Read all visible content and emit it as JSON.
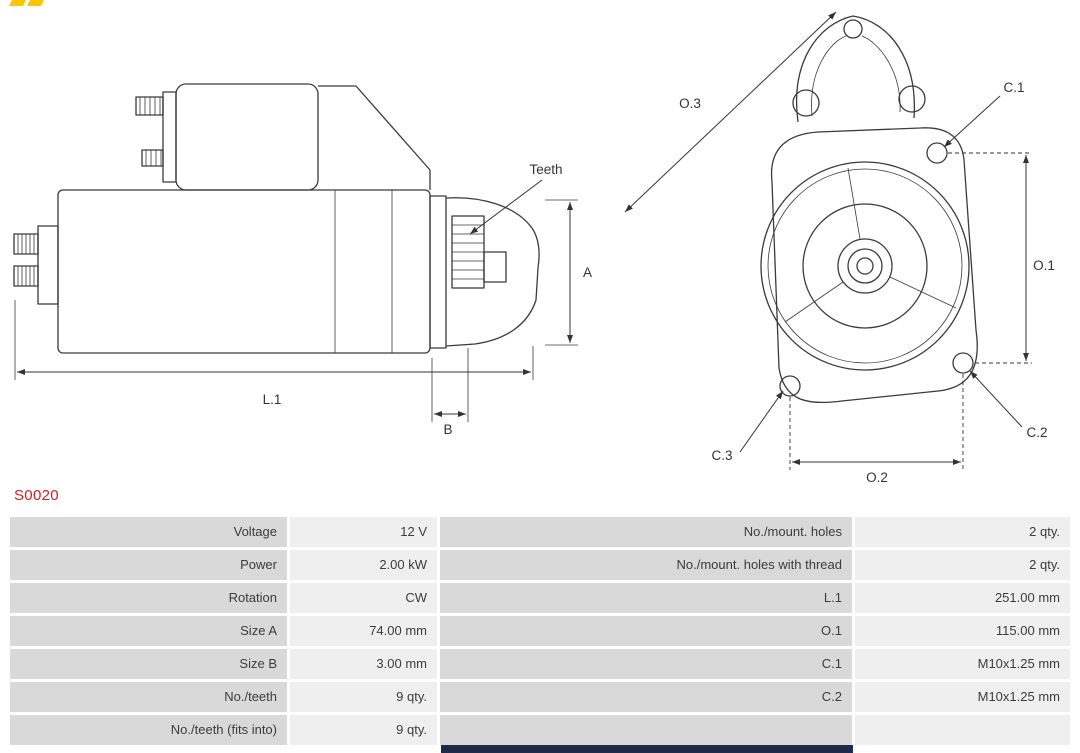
{
  "part_number": "S0020",
  "diagram": {
    "side_labels": {
      "teeth": "Teeth",
      "a": "A",
      "b": "B",
      "l1": "L.1"
    },
    "front_labels": {
      "o1": "O.1",
      "o2": "O.2",
      "o3": "O.3",
      "c1": "C.1",
      "c2": "C.2",
      "c3": "C.3"
    }
  },
  "table": {
    "rows": [
      {
        "left_label": "Voltage",
        "left_value": "12 V",
        "right_label": "No./mount. holes",
        "right_value": "2 qty."
      },
      {
        "left_label": "Power",
        "left_value": "2.00 kW",
        "right_label": "No./mount. holes with thread",
        "right_value": "2 qty."
      },
      {
        "left_label": "Rotation",
        "left_value": "CW",
        "right_label": "L.1",
        "right_value": "251.00 mm"
      },
      {
        "left_label": "Size A",
        "left_value": "74.00 mm",
        "right_label": "O.1",
        "right_value": "115.00 mm"
      },
      {
        "left_label": "Size B",
        "left_value": "3.00 mm",
        "right_label": "C.1",
        "right_value": "M10x1.25 mm"
      },
      {
        "left_label": "No./teeth",
        "left_value": "9 qty.",
        "right_label": "C.2",
        "right_value": "M10x1.25 mm"
      },
      {
        "left_label": "No./teeth (fits into)",
        "left_value": "9 qty.",
        "right_label": "",
        "right_value": ""
      }
    ]
  },
  "colors": {
    "accent_red": "#cc1f26",
    "label_cell_bg": "#d9d9d9",
    "value_cell_bg": "#efefef",
    "bottom_bar": "#1c2b4a",
    "line": "#3a3a3a",
    "brand_yellow": "#f6c700"
  }
}
